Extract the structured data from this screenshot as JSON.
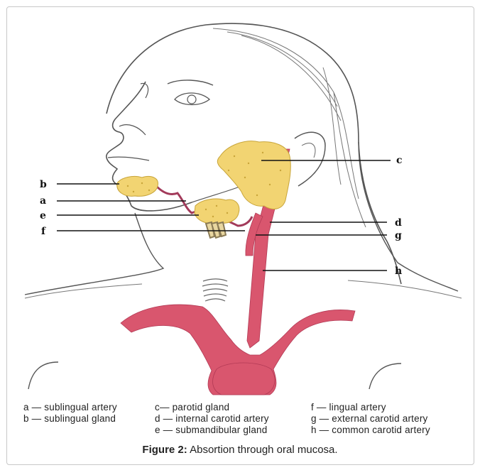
{
  "diagram": {
    "labels": {
      "a": "a",
      "b": "b",
      "c": "c",
      "d": "d",
      "e": "e",
      "f": "f",
      "g": "g",
      "h": "h"
    },
    "colors": {
      "artery": "#d9566e",
      "gland": "#f2d472",
      "outline": "#555555"
    }
  },
  "legend": {
    "col1": [
      "a — sublingual artery",
      "b — sublingual gland"
    ],
    "col2": [
      "c— parotid gland",
      "d — internal carotid artery",
      "e — submandibular gland"
    ],
    "col3": [
      "f — lingual artery",
      "g — external carotid artery",
      "h — common carotid artery"
    ]
  },
  "caption": {
    "bold": "Figure 2:",
    "text": " Absortion through oral mucosa."
  }
}
